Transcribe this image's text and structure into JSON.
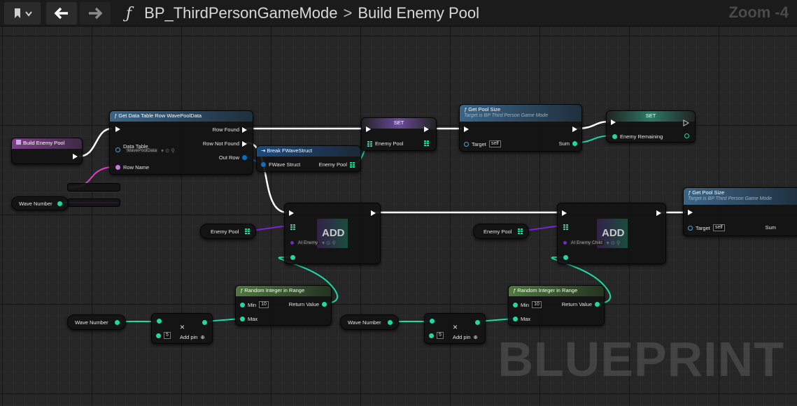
{
  "topbar": {
    "back_label": "🡄",
    "forward_label": "🡆",
    "function_icon": "ƒ",
    "breadcrumb_parent": "BP_ThirdPersonGameMode",
    "breadcrumb_separator": ">",
    "breadcrumb_current": "Build Enemy Pool",
    "zoom": "Zoom -4"
  },
  "watermark": "BLUEPRINT",
  "colors": {
    "exec": "#ffffff",
    "int": "#1ed9a0",
    "struct": "#0e6fc2",
    "name": "#c57ae6",
    "object": "#4aa3e0",
    "class": "#7a24d6",
    "function_header": "#3b6587",
    "pure_header": "#4f7a3f",
    "entry_header": "#7c3f86",
    "set_header": "#3a3a3a"
  },
  "nodes": {
    "entry": {
      "title": "Build Enemy Pool"
    },
    "get_dt_row": {
      "title": "Get Data Table Row WavePoolData",
      "pin_data_table": "Data Table",
      "data_table_value": "WavePoolData",
      "pin_row_name": "Row Name",
      "pin_row_found": "Row Found",
      "pin_row_not_found": "Row Not Found",
      "pin_out_row": "Out Row"
    },
    "break_struct": {
      "title": "Break FWaveStruct",
      "pin_in": "FWave Struct",
      "pin_out": "Enemy Pool"
    },
    "set1": {
      "title": "SET",
      "pin_var": "Enemy Pool"
    },
    "get_pool_size1": {
      "title": "Get Pool Size",
      "subtitle": "Target is BP Third Person Game Mode",
      "pin_target": "Target",
      "target_value": "self",
      "pin_sum": "Sum"
    },
    "set2": {
      "title": "SET",
      "pin_var": "Enemy Remaining"
    },
    "get_pool_size2": {
      "title": "Get Pool Size",
      "subtitle": "Target is BP Third Person Game Mode",
      "pin_target": "Target",
      "target_value": "self",
      "pin_sum": "Sum"
    },
    "wave_number_1": {
      "title": "Wave Number"
    },
    "wave_number_2": {
      "title": "Wave Number"
    },
    "wave_number_3": {
      "title": "Wave Number"
    },
    "enemy_pool_var1": {
      "title": "Enemy Pool"
    },
    "enemy_pool_var2": {
      "title": "Enemy Pool"
    },
    "add1": {
      "title": "ADD",
      "class_value": "AI Enemy"
    },
    "add2": {
      "title": "ADD",
      "class_value": "AI Enemy Child"
    },
    "rand1": {
      "title": "Random Integer in Range",
      "pin_min": "Min",
      "min_value": "10",
      "pin_max": "Max",
      "pin_return": "Return Value"
    },
    "rand2": {
      "title": "Random Integer in Range",
      "pin_min": "Min",
      "min_value": "10",
      "pin_max": "Max",
      "pin_return": "Return Value"
    },
    "mult1": {
      "symbol": "×",
      "value": "5",
      "add_pin": "Add pin"
    },
    "mult2": {
      "symbol": "×",
      "value": "5",
      "add_pin": "Add pin"
    }
  }
}
